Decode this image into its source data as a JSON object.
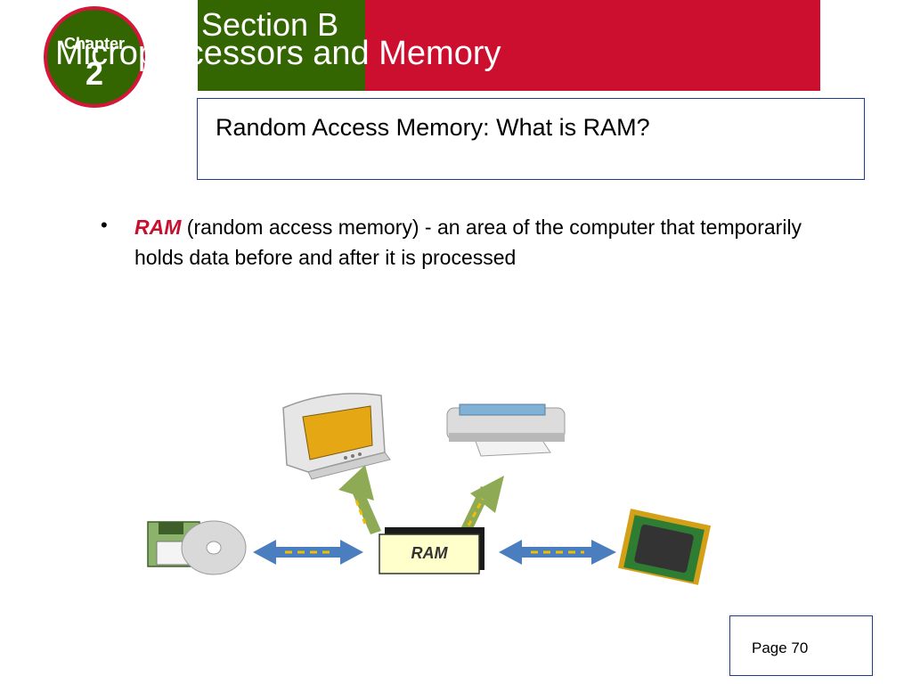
{
  "header": {
    "chapter_label": "Chapter",
    "chapter_number": "2",
    "section": "Section B",
    "title": "Microprocessors and Memory"
  },
  "subtitle": "Random Access Memory: What is RAM?",
  "bullet": {
    "term": "RAM",
    "text": " (random access memory) - an area of the computer that temporarily holds data before and after it is processed"
  },
  "diagram": {
    "center_label": "RAM",
    "icons": [
      "monitor-icon",
      "printer-icon",
      "floppy-disk-icon",
      "cd-icon",
      "processor-chip-icon"
    ]
  },
  "footer": {
    "page_label": "Page 70"
  },
  "colors": {
    "header_green": "#336600",
    "header_red": "#cc0f2f",
    "accent_red": "#c8102e",
    "border_blue": "#1f3d8f",
    "arrow_green": "#8faa55",
    "arrow_blue": "#4a7ebf",
    "ram_yellow": "#ffffcc"
  }
}
